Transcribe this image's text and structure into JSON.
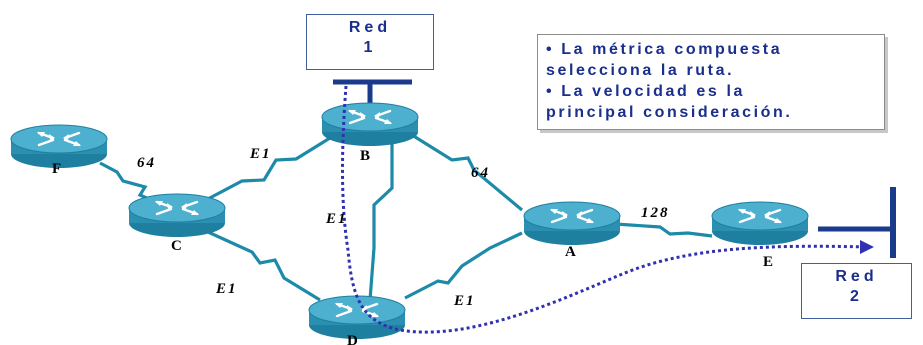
{
  "networks": {
    "red1": {
      "line1": "Red",
      "line2": "1"
    },
    "red2": {
      "line1": "Red",
      "line2": "2"
    }
  },
  "notes": [
    "• La métrica compuesta",
    "selecciona la ruta.",
    "• La velocidad es la",
    "principal consideración."
  ],
  "routers": {
    "F": "F",
    "C": "C",
    "B": "B",
    "D": "D",
    "A": "A",
    "E": "E"
  },
  "links": {
    "F_C": "64",
    "C_B": "E1",
    "B_D": "E1",
    "C_D": "E1",
    "B_A": "64",
    "D_A": "E1",
    "A_E": "128"
  },
  "colors": {
    "router_body": "#2a8fb0",
    "router_top": "#3aa6c6",
    "link": "#1c8aa8",
    "lan_bar": "#1a3a8c",
    "path": "#3030b0",
    "text": "#1a2e8c"
  }
}
